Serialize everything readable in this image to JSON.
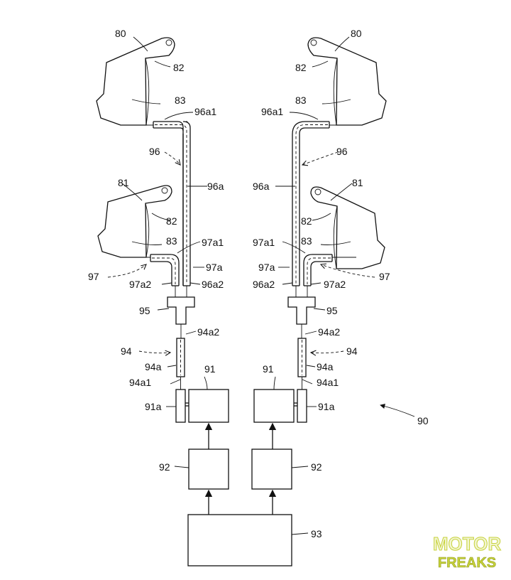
{
  "labels": {
    "l80": "80",
    "l81": "81",
    "l82": "82",
    "l83": "83",
    "l90": "90",
    "l91": "91",
    "l91a": "91a",
    "l92": "92",
    "l93": "93",
    "l94": "94",
    "l94a": "94a",
    "l94a1": "94a1",
    "l94a2": "94a2",
    "l95": "95",
    "l96": "96",
    "l96a": "96a",
    "l96a1": "96a1",
    "l96a2": "96a2",
    "l97": "97",
    "l97a": "97a",
    "l97a1": "97a1",
    "l97a2": "97a2"
  },
  "watermark": {
    "line1": "MOTOR",
    "line2": "FREAKS"
  },
  "colors": {
    "ink": "#111111",
    "watermark_fill": "#f2f5d0",
    "watermark_stroke": "#c7d23a"
  }
}
